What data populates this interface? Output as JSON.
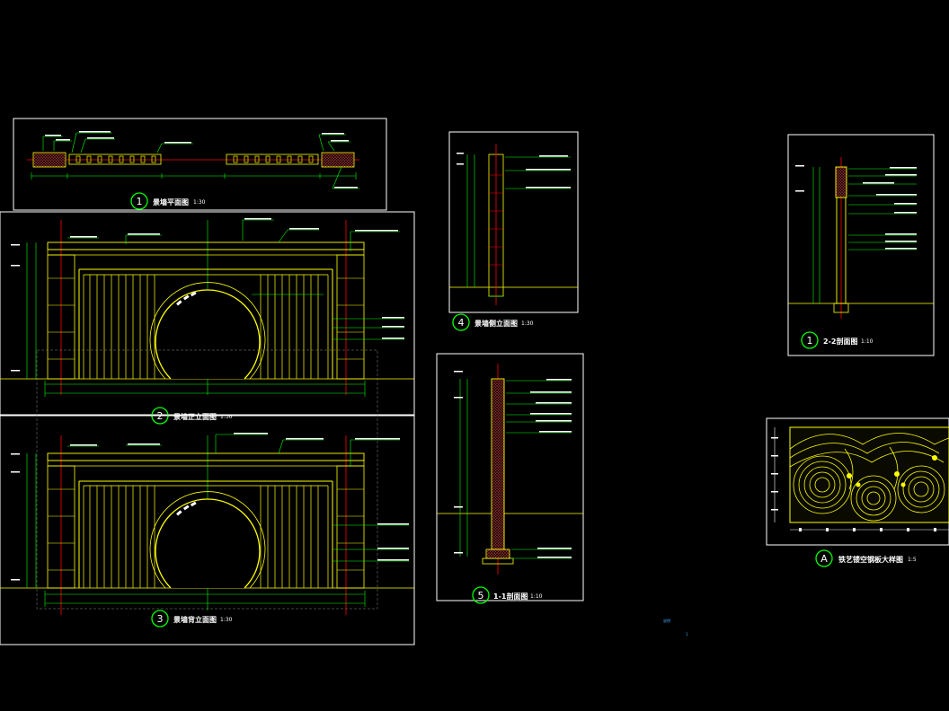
{
  "colors": {
    "background": "#000000",
    "frame": "#ffffff",
    "structure": "#ffff00",
    "dimension": "#00ff00",
    "axis": "#ff0000",
    "annotation": "#00ff00",
    "hatch": "#ff4444",
    "note": "#33aaff"
  },
  "views": {
    "plan": {
      "number": "1",
      "title": "景墙平面图",
      "scale": "1:30"
    },
    "front": {
      "number": "2",
      "title": "景墙正立面图",
      "scale": "1:30"
    },
    "back": {
      "number": "3",
      "title": "景墙背立面图",
      "scale": "1:30"
    },
    "side": {
      "number": "4",
      "title": "景墙侧立面图",
      "scale": "1:30"
    },
    "sec11": {
      "number": "5",
      "title": "1-1剖面图",
      "scale": "1:10"
    },
    "sec22": {
      "number": "1",
      "title": "2-2剖面图",
      "scale": "1:10"
    },
    "detail": {
      "number": "A",
      "title": "铁艺镂空钢板大样图",
      "scale": "1:5"
    }
  },
  "note": {
    "text": "说明",
    "sub": "1"
  }
}
